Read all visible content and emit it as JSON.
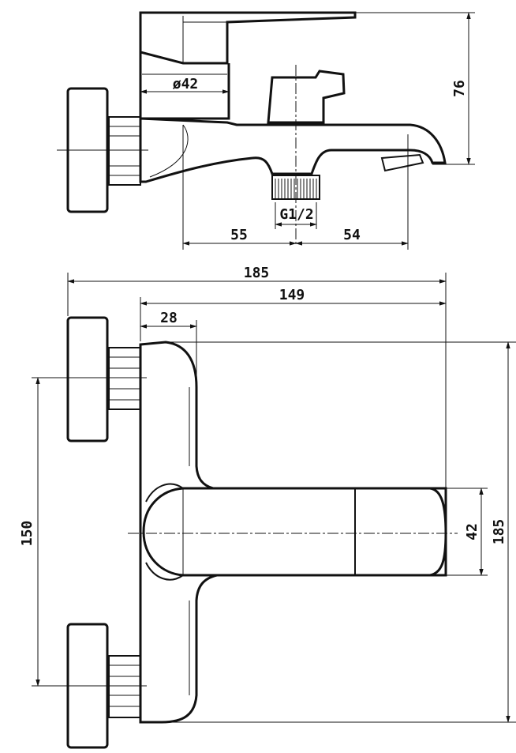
{
  "drawing": {
    "views": [
      "side-view",
      "top-view"
    ],
    "dimensions": {
      "diameter_42": "ø42",
      "height_76": "76",
      "thread": "G1/2",
      "left_55": "55",
      "right_54": "54",
      "overall_185": "185",
      "width_149": "149",
      "offset_28": "28",
      "centers_150": "150",
      "handle_42": "42",
      "depth_185": "185"
    },
    "line_color": "#111111",
    "background": "#ffffff"
  }
}
